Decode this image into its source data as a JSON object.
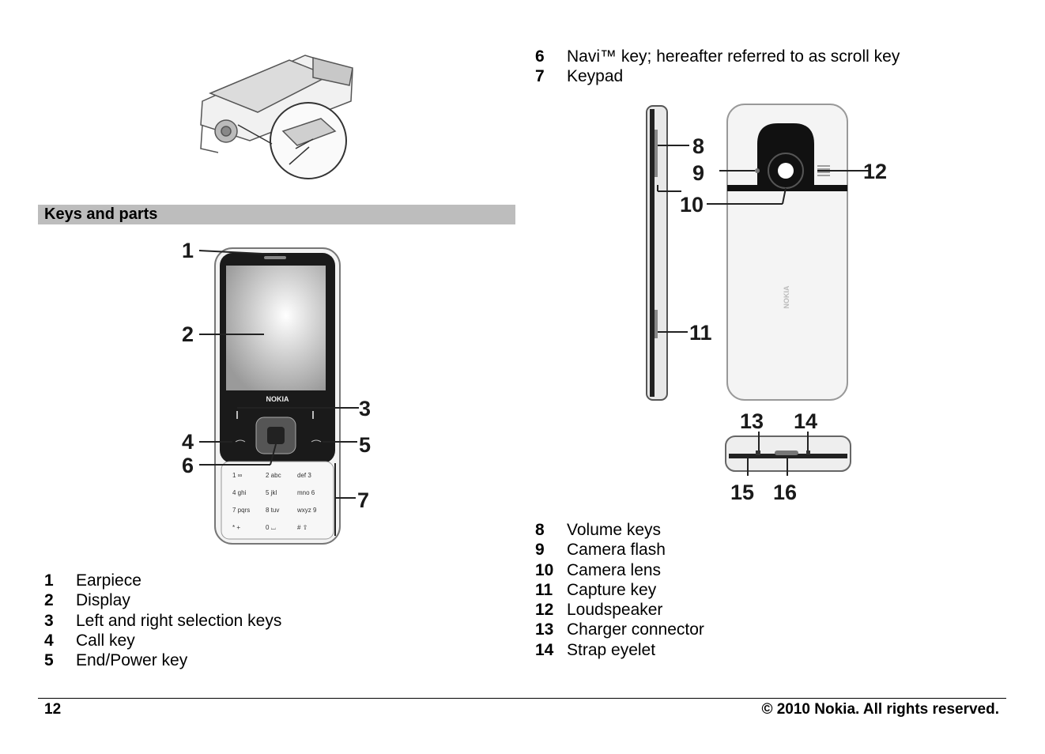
{
  "section_title": "Keys and parts",
  "legend_left": [
    {
      "num": "1",
      "label": "Earpiece"
    },
    {
      "num": "2",
      "label": "Display"
    },
    {
      "num": "3",
      "label": "Left and right selection keys"
    },
    {
      "num": "4",
      "label": "Call key"
    },
    {
      "num": "5",
      "label": "End/Power key"
    }
  ],
  "legend_right_top": [
    {
      "num": "6",
      "label": "Navi™ key; hereafter referred to as scroll key"
    },
    {
      "num": "7",
      "label": "Keypad"
    }
  ],
  "legend_right_bottom": [
    {
      "num": "8",
      "label": "Volume keys"
    },
    {
      "num": "9",
      "label": "Camera flash"
    },
    {
      "num": "10",
      "label": "Camera lens"
    },
    {
      "num": "11",
      "label": "Capture key"
    },
    {
      "num": "12",
      "label": "Loudspeaker"
    },
    {
      "num": "13",
      "label": "Charger connector"
    },
    {
      "num": "14",
      "label": "Strap eyelet"
    }
  ],
  "front_callouts": [
    "1",
    "2",
    "3",
    "4",
    "5",
    "6",
    "7"
  ],
  "back_callouts": [
    "8",
    "9",
    "10",
    "11",
    "12",
    "13",
    "14",
    "15",
    "16"
  ],
  "phone_brand": "NOKIA",
  "keypad_labels": [
    [
      "1 ∞",
      "2 abc",
      "def 3"
    ],
    [
      "4 ghi",
      "5 jkl",
      "mno 6"
    ],
    [
      "7 pqrs",
      "8 tuv",
      "wxyz 9"
    ],
    [
      "* +",
      "0 ⌴",
      "# ⇧"
    ]
  ],
  "footer": {
    "page_number": "12",
    "copyright": "© 2010 Nokia. All rights reserved."
  }
}
